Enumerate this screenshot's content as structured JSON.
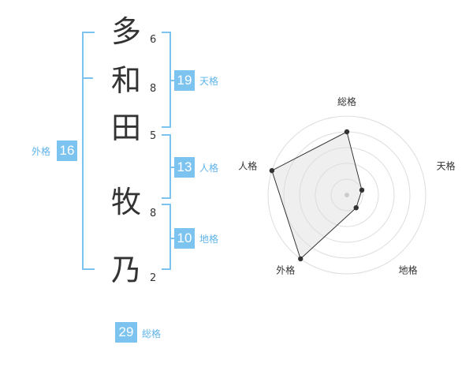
{
  "name": {
    "chars": [
      {
        "char": "多",
        "strokes": "6"
      },
      {
        "char": "和",
        "strokes": "8"
      },
      {
        "char": "田",
        "strokes": "5"
      },
      {
        "char": "牧",
        "strokes": "8"
      },
      {
        "char": "乃",
        "strokes": "2"
      }
    ]
  },
  "kaku": {
    "tenkaku": {
      "value": "19",
      "label": "天格"
    },
    "jinkaku": {
      "value": "13",
      "label": "人格"
    },
    "chikaku": {
      "value": "10",
      "label": "地格"
    },
    "gaikaku": {
      "value": "16",
      "label": "外格"
    },
    "soukaku": {
      "value": "29",
      "label": "総格"
    }
  },
  "colors": {
    "accent": "#7cc3f0",
    "accent_text": "#5fb3ea",
    "text": "#333333"
  },
  "chart_data": {
    "type": "radar",
    "axes": [
      "総格",
      "天格",
      "地格",
      "外格",
      "人格"
    ],
    "rings": 5,
    "max": 5,
    "values": [
      4,
      1,
      1,
      5,
      5
    ]
  }
}
